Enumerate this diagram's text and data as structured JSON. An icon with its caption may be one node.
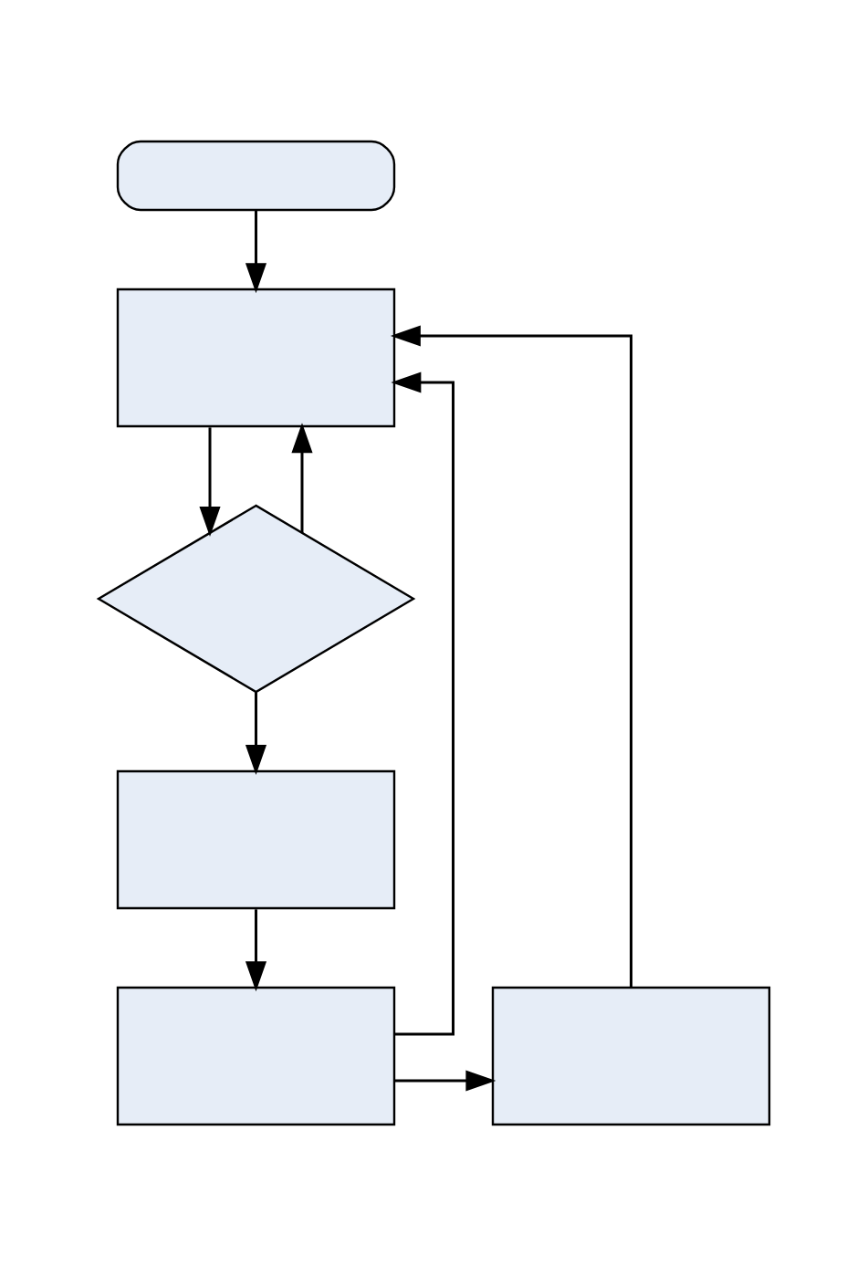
{
  "diagram": {
    "nodes": [
      {
        "text": [],
        "shape": "pill"
      },
      {
        "text": [],
        "shape": "box"
      },
      {
        "text": [],
        "shape": "diamond"
      },
      {
        "text": [],
        "shape": "box"
      },
      {
        "text": [],
        "shape": "box"
      },
      {
        "text": [],
        "shape": "box"
      }
    ],
    "edges": [
      {
        "from": 0,
        "to": 1,
        "arrow": "to"
      },
      {
        "from": 1,
        "to": 2,
        "arrow": "to"
      },
      {
        "from": 2,
        "to": 1,
        "arrow": "to"
      },
      {
        "from": 2,
        "to": 3,
        "arrow": "to"
      },
      {
        "from": 3,
        "to": 4,
        "arrow": "to"
      },
      {
        "from": 4,
        "to": 5,
        "arrow": "to"
      },
      {
        "from": 4,
        "to": 1,
        "arrow": "to"
      },
      {
        "from": 5,
        "to": 1,
        "arrow": "to"
      }
    ]
  }
}
